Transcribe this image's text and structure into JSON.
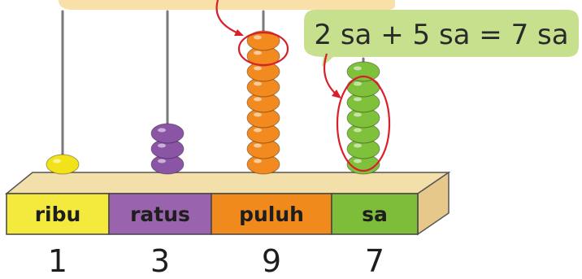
{
  "callout": {
    "equation": "2 sa + 5 sa = 7 sa"
  },
  "columns": [
    {
      "label": "ribu",
      "digit": "1",
      "label_color": "#f4ea3e",
      "bead_color": "#f2e21a"
    },
    {
      "label": "ratus",
      "digit": "3",
      "label_color": "#9a63ad",
      "bead_color": "#8b55a6"
    },
    {
      "label": "puluh",
      "digit": "9",
      "label_color": "#f08a1c",
      "bead_color": "#f28a1f"
    },
    {
      "label": "sa",
      "digit": "7",
      "label_color": "#7dbd3a",
      "bead_color": "#7fc13a"
    }
  ],
  "colors": {
    "callout_fill": "#c6e08e",
    "highlight": "#d9202a",
    "base_top": "#f3dfaa",
    "rod": "#7a7a7a"
  }
}
